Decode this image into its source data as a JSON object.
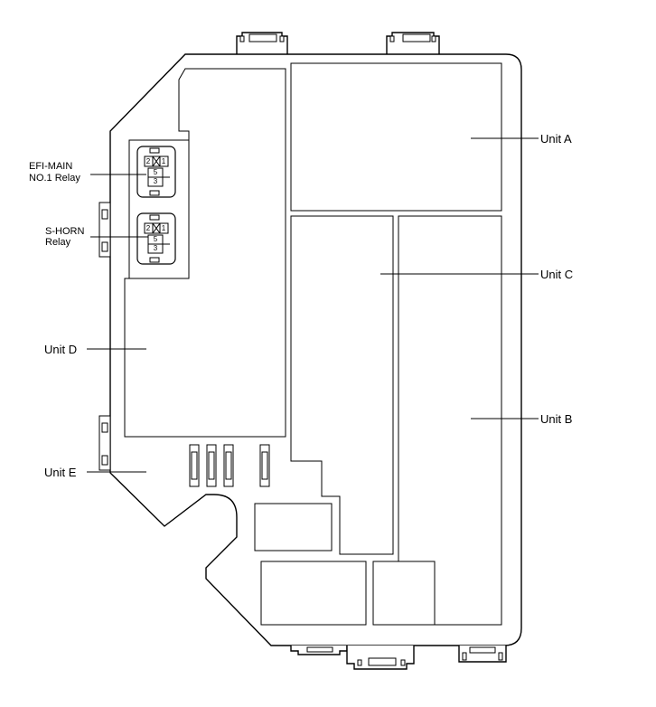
{
  "units": {
    "unit_a": "Unit A",
    "unit_b": "Unit B",
    "unit_c": "Unit C",
    "unit_d": "Unit D",
    "unit_e": "Unit E"
  },
  "relays": {
    "efi_main_line1": "EFI-MAIN",
    "efi_main_line2": "NO.1 Relay",
    "s_horn_line1": "S-HORN",
    "s_horn_line2": "Relay"
  },
  "pins": {
    "efi": [
      "2",
      "1",
      "5",
      "3"
    ],
    "horn": [
      "2",
      "1",
      "5",
      "3"
    ]
  }
}
